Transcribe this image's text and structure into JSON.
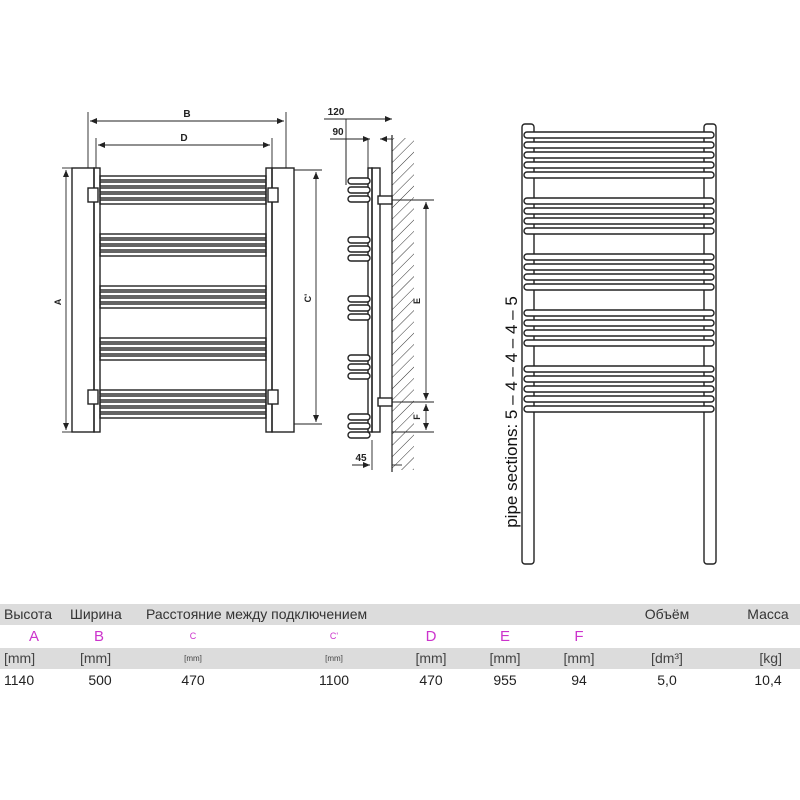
{
  "drawing": {
    "dims": {
      "b": "B",
      "d": "D",
      "a": "A",
      "c_prime": "C'",
      "e": "E",
      "f": "F",
      "d120": "120",
      "d90": "90",
      "d45": "45"
    },
    "pipe_sections": "pipe sections: 5 – 4 – 4 – 4 – 5",
    "sections": [
      5,
      4,
      4,
      4,
      5
    ]
  },
  "table": {
    "headers": {
      "height": "Высота",
      "width": "Ширина",
      "distance": "Расстояние между подключением",
      "volume": "Объём",
      "mass": "Масса"
    },
    "letters": [
      "A",
      "B",
      "C",
      "C'",
      "D",
      "E",
      "F"
    ],
    "units": [
      "[mm]",
      "[mm]",
      "[mm]",
      "[mm]",
      "[mm]",
      "[mm]",
      "[mm]",
      "[dm³]",
      "[kg]"
    ],
    "values": [
      "1140",
      "500",
      "470",
      "1100",
      "470",
      "955",
      "94",
      "5,0",
      "10,4"
    ]
  },
  "colors": {
    "line": "#222222",
    "letter": "#cc33cc",
    "row_shade": "#dcdcdc"
  }
}
